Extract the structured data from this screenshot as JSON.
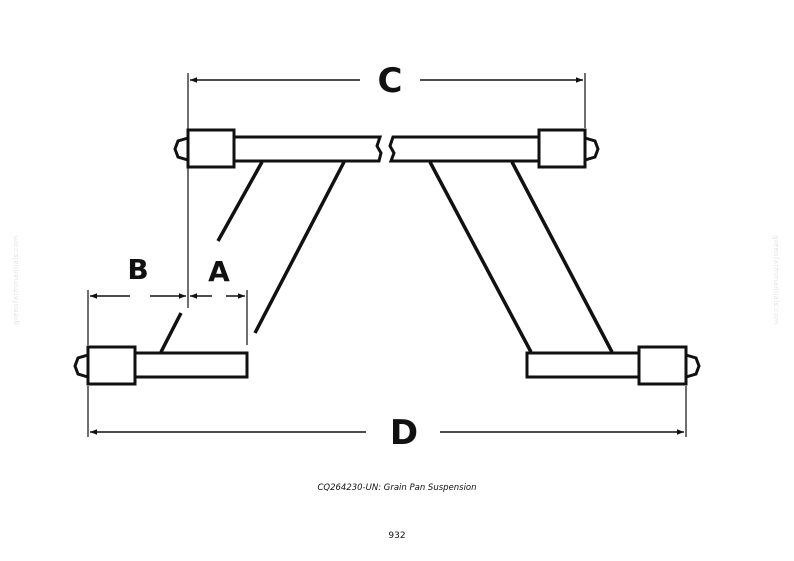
{
  "diagram": {
    "dimension_labels": {
      "a": "A",
      "b": "B",
      "c": "C",
      "d": "D"
    },
    "caption": "CQ264230-UN: Grain Pan Suspension",
    "page_number": "932",
    "watermark": "greenfarmmanuals.com"
  },
  "colors": {
    "line": "#111111",
    "background": "#ffffff",
    "watermark": "#e4e4e4"
  }
}
